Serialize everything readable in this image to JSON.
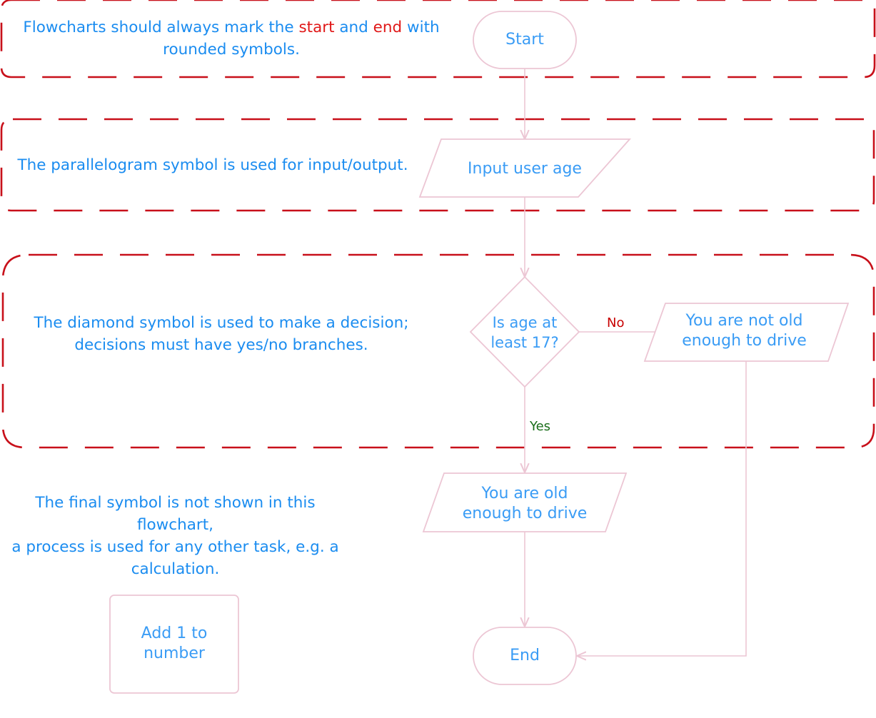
{
  "notes": {
    "terminator": {
      "before": "Flowcharts should always mark the ",
      "word_start": "start",
      "middle": " and ",
      "word_end": "end",
      "after": " with rounded symbols."
    },
    "parallelogram": "The parallelogram symbol is used for input/output.",
    "diamond": "The diamond symbol is used to make a decision; decisions must have yes/no branches.",
    "final_line1": "The final symbol is not shown in this flowchart,",
    "final_line2": "a process is used for any other task, e.g. a calculation."
  },
  "nodes": {
    "start": "Start",
    "input_age": "Input user age",
    "decision": "Is age at least 17?",
    "not_old_enough": "You are not old enough to drive",
    "old_enough": "You are old enough to drive",
    "end": "End",
    "process_example": "Add 1 to number"
  },
  "edges": {
    "no_label": "No",
    "yes_label": "Yes"
  },
  "colors": {
    "node_stroke": "#ecc6d4",
    "node_text": "#3a9cf5",
    "note_text": "#1a8cf0",
    "region_border": "#c8101a",
    "highlight_red": "#e01818",
    "no_label": "#c80000",
    "yes_label": "#1a6e1a"
  }
}
